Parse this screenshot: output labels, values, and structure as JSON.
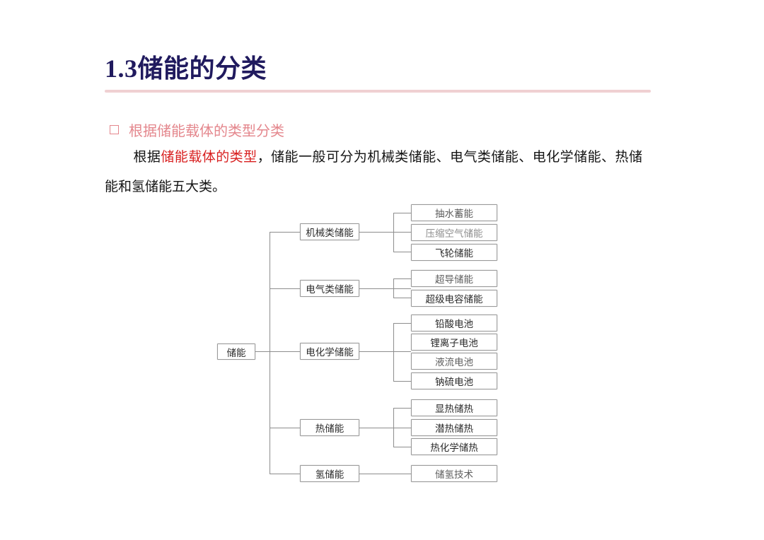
{
  "slide": {
    "title": "1.3储能的分类",
    "bullet_marker": "empty-square-bullet",
    "bullet_heading": "根据储能载体的类型分类",
    "paragraph": {
      "indent": "",
      "lead": "根据",
      "highlight": "储能载体的类型",
      "rest": "，储能一般可分为机械类储能、电气类储能、电化学储能、热储能和氢储能五大类。"
    },
    "colors": {
      "title": "#201a5e",
      "rule": "#f0d0d2",
      "bullet": "#e4878d",
      "highlight": "#d81f1f",
      "node_border": "#9a9a9a",
      "edge": "#8d8d8d",
      "background": "#ffffff"
    }
  },
  "diagram": {
    "type": "tree",
    "root": "储能",
    "branches": [
      {
        "label": "机械类储能",
        "children": [
          "抽水蓄能",
          "压缩空气储能",
          "飞轮储能"
        ]
      },
      {
        "label": "电气类储能",
        "children": [
          "超导储能",
          "超级电容储能"
        ]
      },
      {
        "label": "电化学储能",
        "children": [
          "铅酸电池",
          "锂离子电池",
          "液流电池",
          "钠硫电池"
        ]
      },
      {
        "label": "热储能",
        "children": [
          "显热储热",
          "潜热储热",
          "热化学储热"
        ]
      },
      {
        "label": "氢储能",
        "children": [
          "储氢技术"
        ]
      }
    ]
  }
}
